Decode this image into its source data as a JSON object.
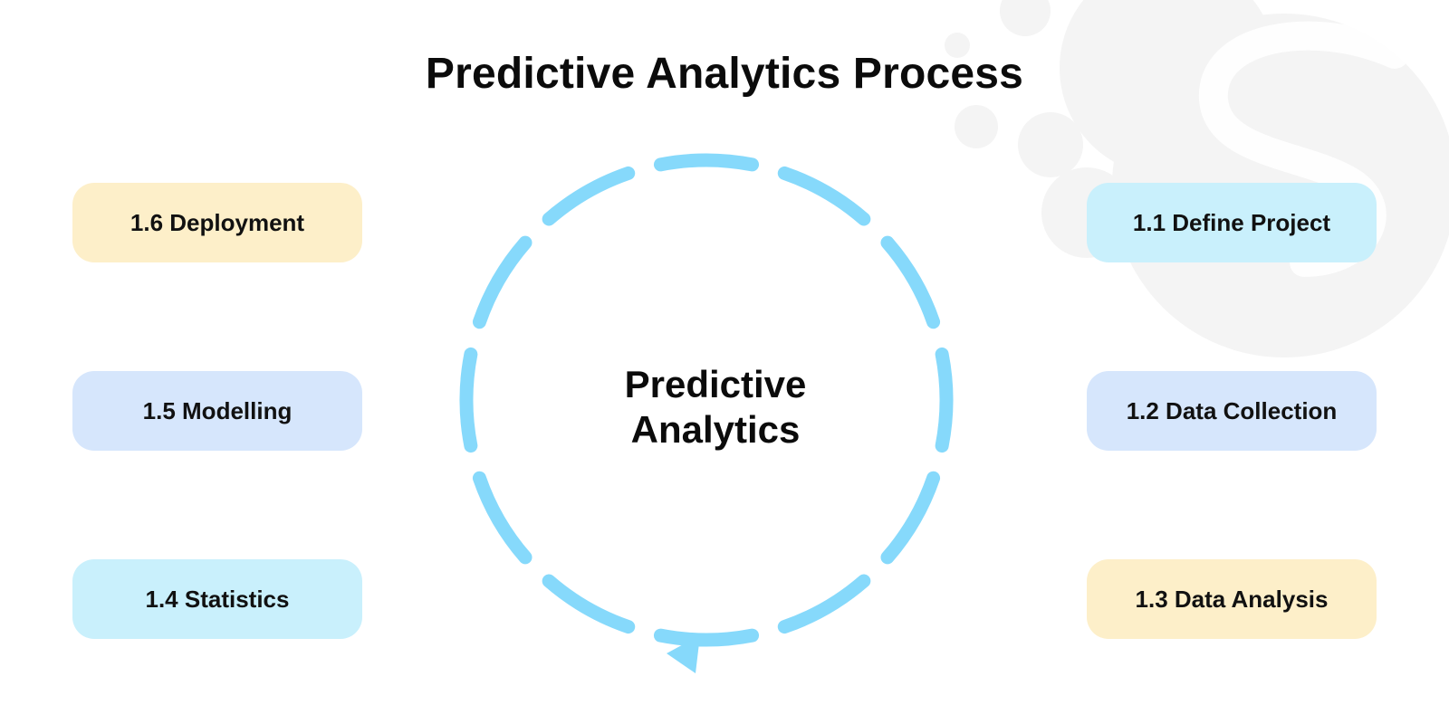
{
  "title": "Predictive Analytics Process",
  "center": {
    "line1": "Predictive",
    "line2": "Analytics"
  },
  "colors": {
    "ring": "#86d9fb",
    "yellow": "#fdefc9",
    "blue": "#d6e6fc",
    "cyan": "#c9f0fc",
    "deco": "#f4f4f4"
  },
  "steps": {
    "s1": {
      "label": "1.1 Define Project",
      "color": "cyan"
    },
    "s2": {
      "label": "1.2 Data Collection",
      "color": "blue"
    },
    "s3": {
      "label": "1.3 Data Analysis",
      "color": "yellow"
    },
    "s4": {
      "label": "1.4 Statistics",
      "color": "cyan"
    },
    "s5": {
      "label": "1.5 Modelling",
      "color": "blue"
    },
    "s6": {
      "label": "1.6 Deployment",
      "color": "yellow"
    }
  }
}
